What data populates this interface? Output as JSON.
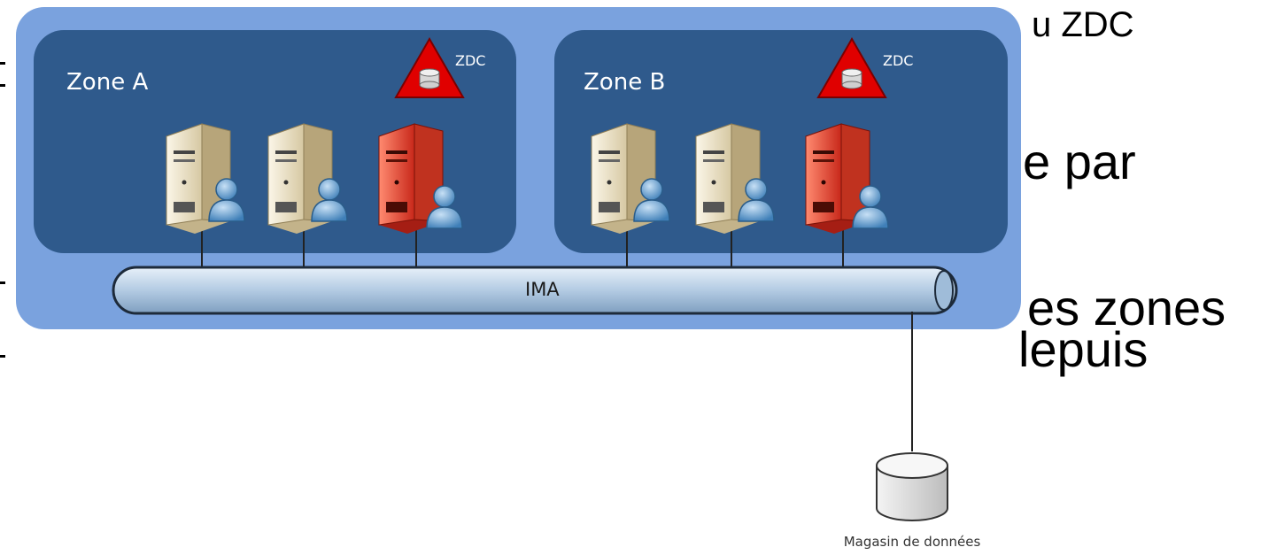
{
  "background_text": {
    "line1_fragment": "u ZDC",
    "line2_fragment": "e par",
    "line3_fragment": "es zones",
    "line4_fragment": "lepuis"
  },
  "zones": [
    {
      "label": "Zone A",
      "zdc_label": "ZDC"
    },
    {
      "label": "Zone B",
      "zdc_label": "ZDC"
    }
  ],
  "bus_label": "IMA",
  "datastore_label": "Magasin de données",
  "colors": {
    "farm": "#7aa2de",
    "zone": "#2f5a8c",
    "zdc_server": "#e03a2a",
    "member_server": "#e9dfc4",
    "warning_triangle": "#e00000"
  }
}
